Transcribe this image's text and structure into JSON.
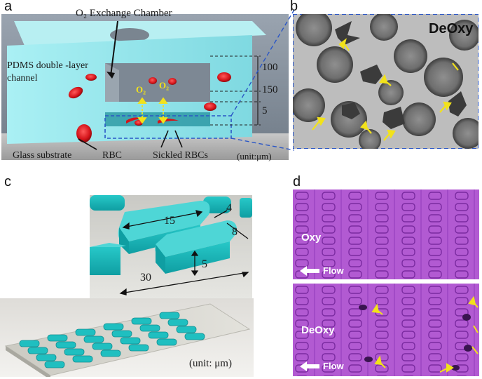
{
  "panels": {
    "a": {
      "letter": "a",
      "chamber_label": "O₂ Exchange Chamber",
      "pdms_label_line1": "PDMS double -layer",
      "pdms_label_line2": "channel",
      "o2_left": "O₂",
      "o2_right": "O₂",
      "dim_top": "100",
      "dim_mid": "150",
      "dim_bottom": "5",
      "glass_label": "Glass substrate",
      "rbc_label": "RBC",
      "sickled_label": "Sickled RBCs",
      "unit_label": "(unit:μm)"
    },
    "b": {
      "letter": "b",
      "state_label": "DeOxy",
      "arrow_count": 7
    },
    "c": {
      "letter": "c",
      "dim_length": "15",
      "dim_gap": "4",
      "dim_width": "8",
      "dim_height": "5",
      "dim_pitch": "30",
      "unit_label": "(unit: μm)"
    },
    "d": {
      "letter": "d",
      "top_state": "Oxy",
      "top_flow": "Flow",
      "bottom_state": "DeOxy",
      "bottom_flow": "Flow"
    }
  },
  "colors": {
    "rbc_red": "#d4141a",
    "channel_cyan": "#8fe3ea",
    "pillar_teal": "#1fbfc0",
    "arrow_yellow": "#f2e21a",
    "magenta_bg": "#b25ad2",
    "dashed_blue": "#2a56c6"
  }
}
